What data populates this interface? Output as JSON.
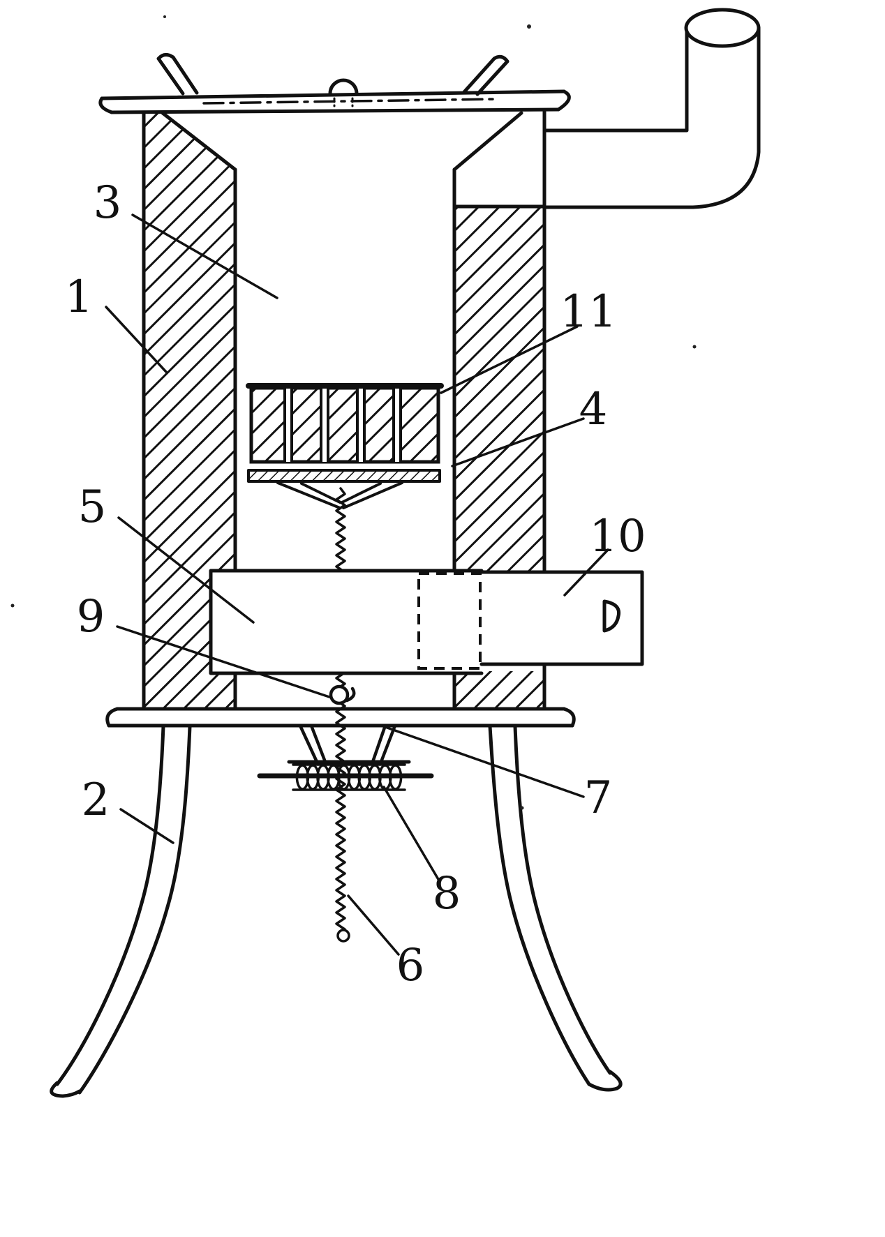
{
  "figure": {
    "background": "#ffffff",
    "ink": "#111111",
    "labels": [
      {
        "id": "part-1",
        "text": "1"
      },
      {
        "id": "part-2",
        "text": "2"
      },
      {
        "id": "part-3",
        "text": "3"
      },
      {
        "id": "part-4",
        "text": "4"
      },
      {
        "id": "part-5",
        "text": "5"
      },
      {
        "id": "part-6",
        "text": "6"
      },
      {
        "id": "part-7",
        "text": "7"
      },
      {
        "id": "part-8",
        "text": "8"
      },
      {
        "id": "part-9",
        "text": "9"
      },
      {
        "id": "part-10",
        "text": "10"
      },
      {
        "id": "part-11",
        "text": "11"
      }
    ]
  }
}
